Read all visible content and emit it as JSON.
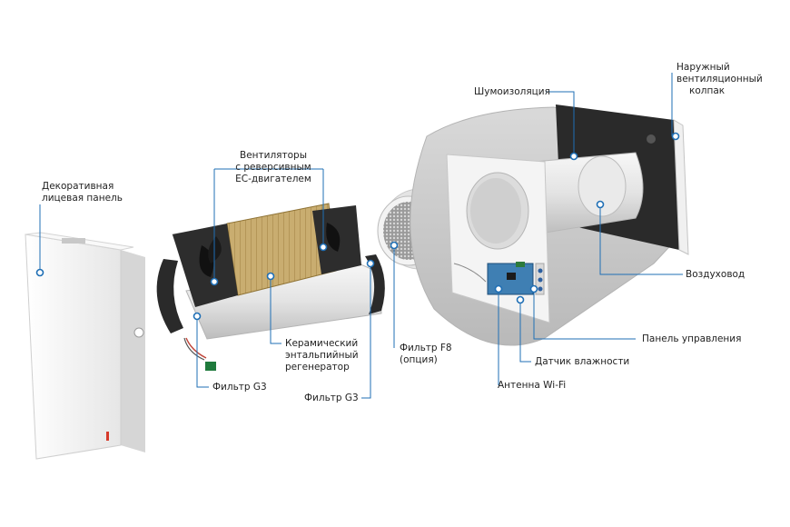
{
  "colors": {
    "leader_line": "#1f6fb5",
    "insulation": "#c9c9c9",
    "panel_white": "#f2f2f2",
    "core": "#c2a66a",
    "frame_dark": "#2b2b2b"
  },
  "labels": {
    "face_panel": [
      "Декоративная",
      "лицевая панель"
    ],
    "fans": [
      "Вентиляторы",
      "с реверсивным",
      "ЕС-двигателем"
    ],
    "ceramic": [
      "Керамический",
      "энтальпийный",
      "регенератор"
    ],
    "filter_g3_left": [
      "Фильтр G3"
    ],
    "filter_g3_right": [
      "Фильтр G3"
    ],
    "filter_f8": [
      "Фильтр F8",
      "(опция)"
    ],
    "insulation": [
      "Шумоизоляция"
    ],
    "outer_hood": [
      "Наружный",
      "вентиляционный",
      "колпак"
    ],
    "duct": [
      "Воздуховод"
    ],
    "control_panel": [
      "Панель управления"
    ],
    "humidity_sensor": [
      "Датчик влажности"
    ],
    "wifi_antenna": [
      "Антенна Wi-Fi"
    ]
  }
}
